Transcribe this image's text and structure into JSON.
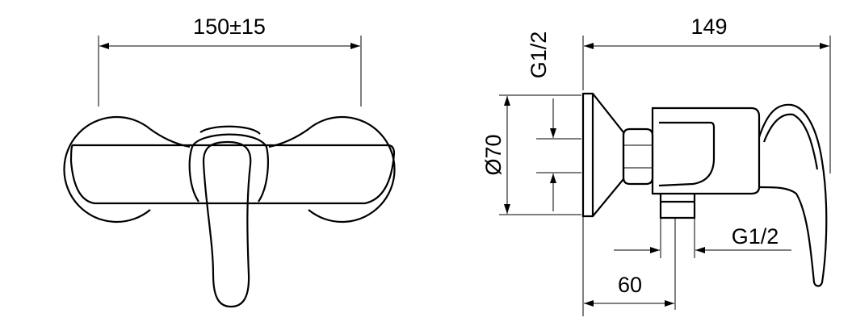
{
  "drawing": {
    "front_view": {
      "width_dimension": "150±15"
    },
    "side_view": {
      "depth_dimension": "149",
      "wall_connection": "G1/2",
      "flange_diameter": "Ø70",
      "outlet_thread": "G1/2",
      "outlet_offset": "60"
    }
  },
  "colors": {
    "line": "#000000",
    "background": "#ffffff"
  }
}
